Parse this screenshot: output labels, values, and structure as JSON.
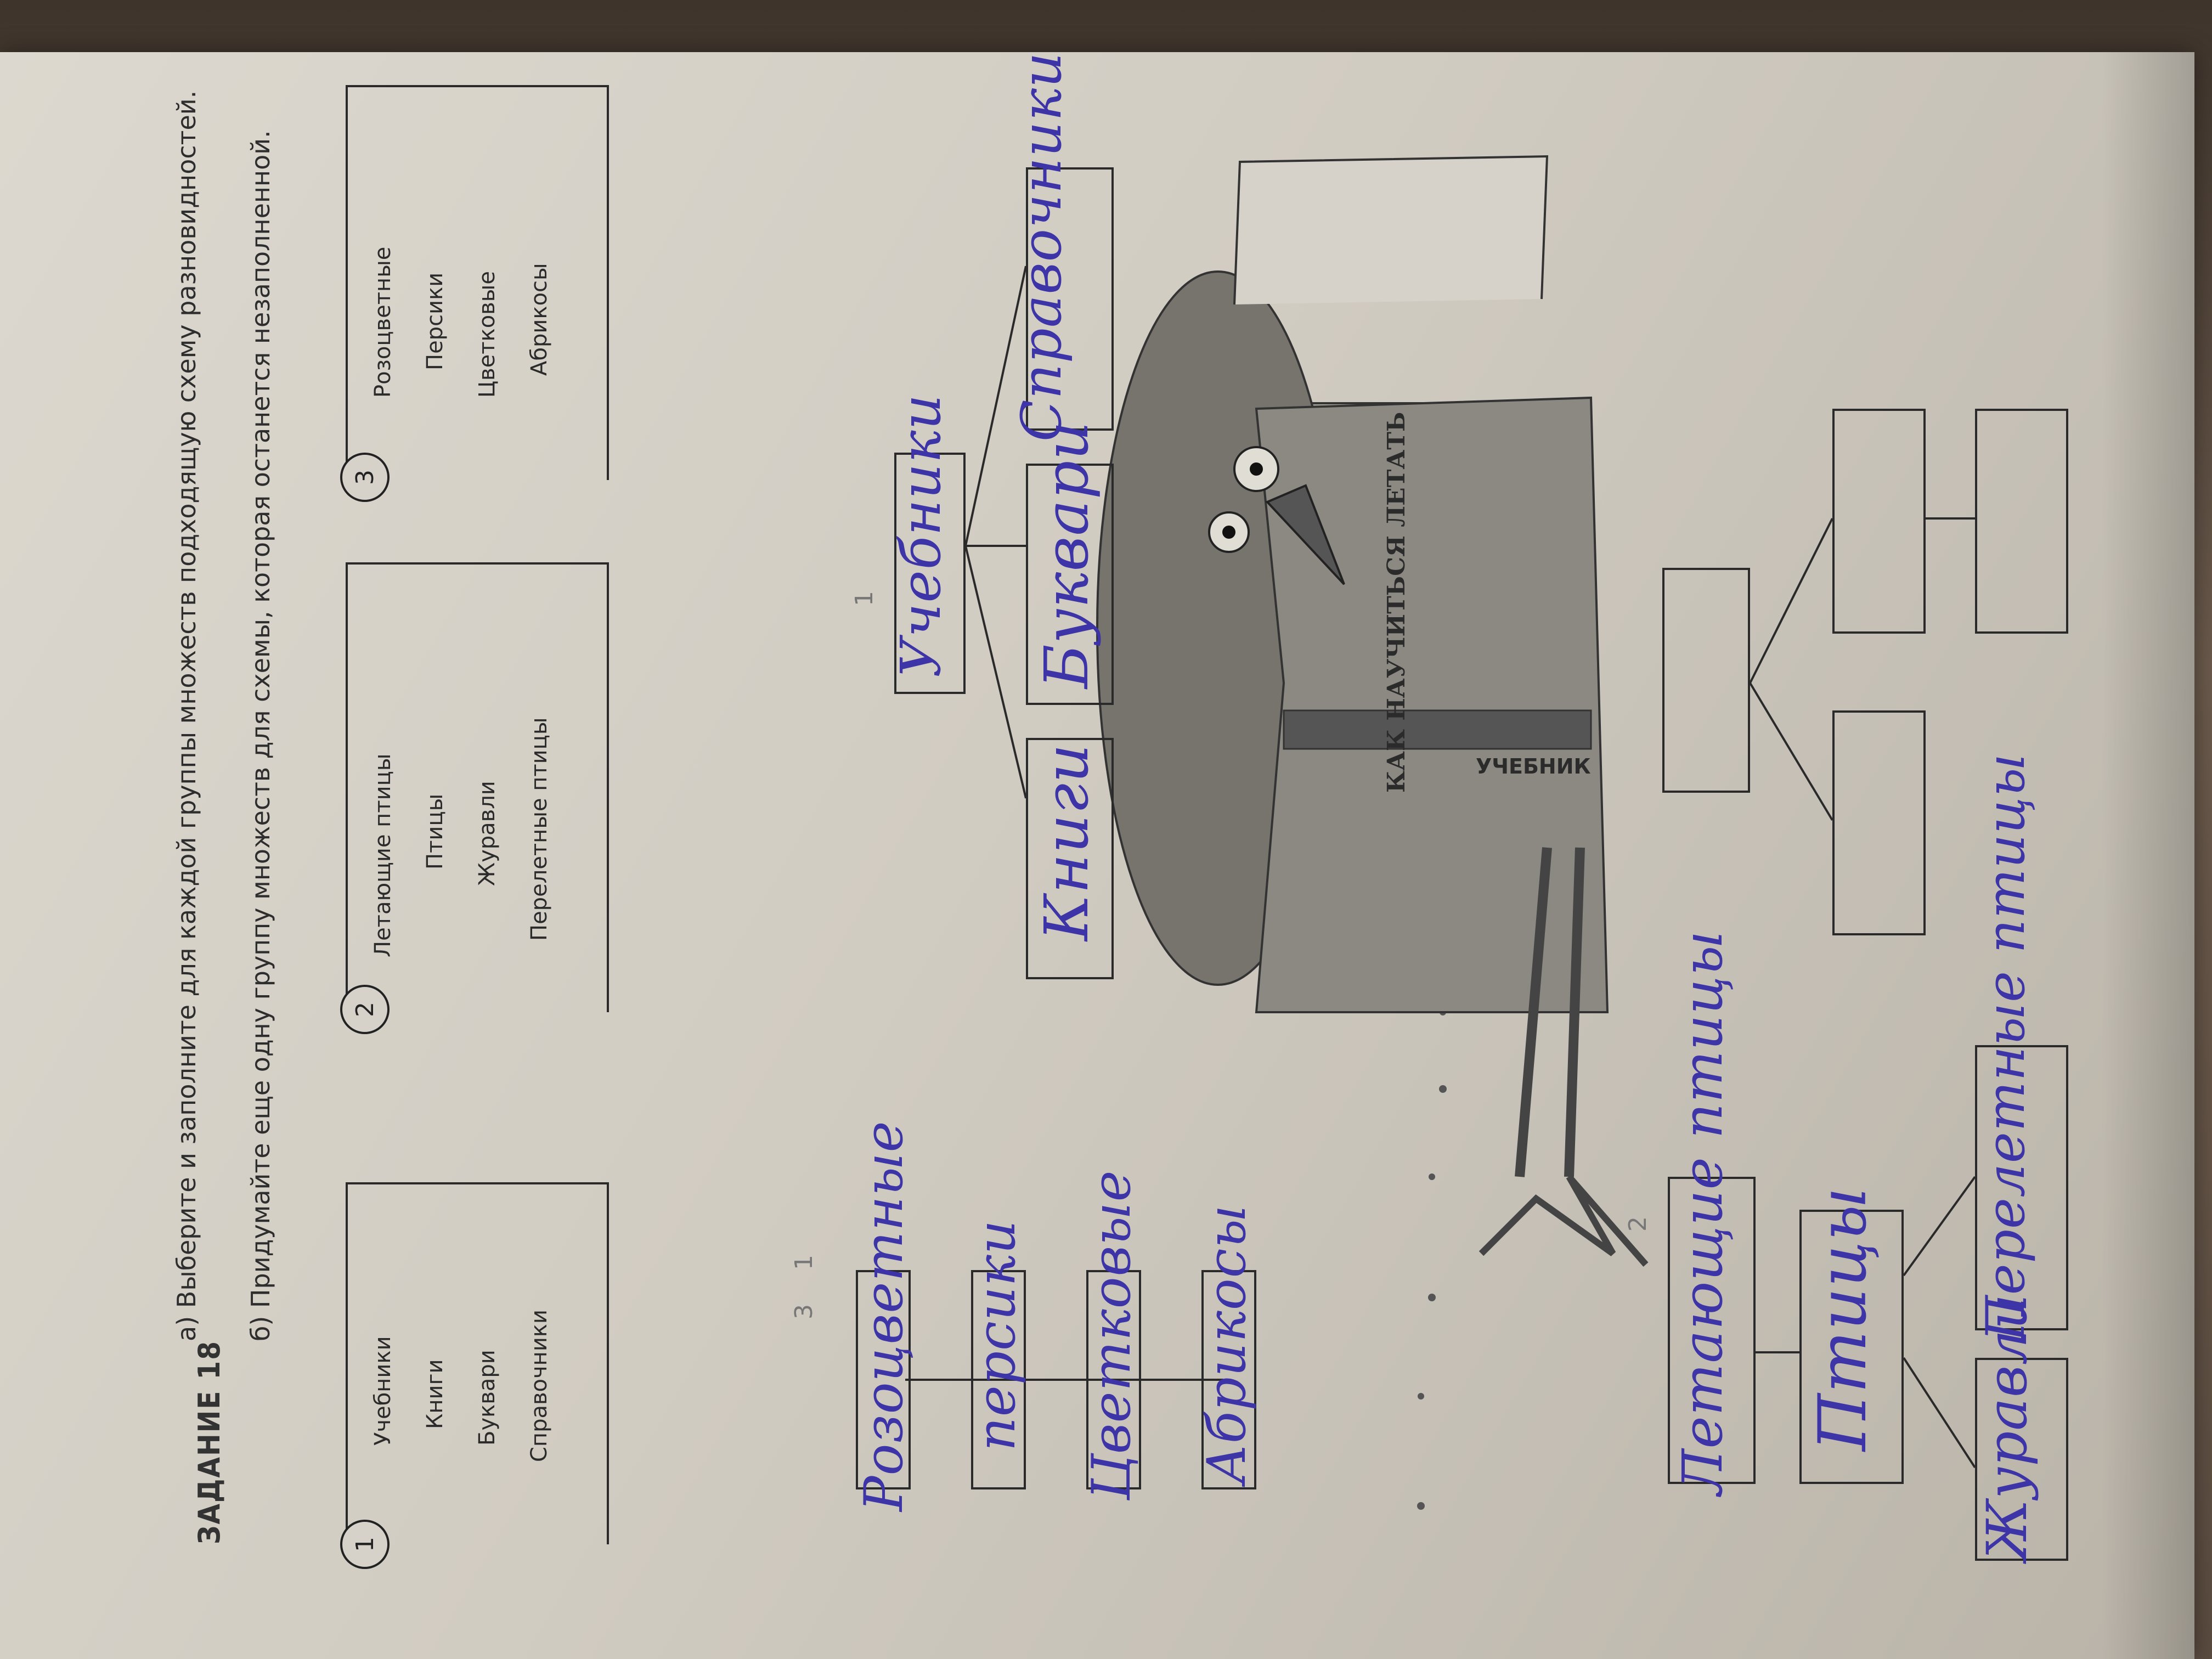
{
  "task": {
    "title": "ЗАДАНИЕ 18",
    "instruction_a": "а) Выберите и заполните для каждой группы множеств подходящую схему разновидностей.",
    "instruction_b": "б) Придумайте еще одну группу множеств для схемы, которая останется незаполненной."
  },
  "groups": [
    {
      "number": "1",
      "items": [
        "Учебники",
        "Книги",
        "Буквари",
        "Справочники"
      ]
    },
    {
      "number": "2",
      "items": [
        "Летающие птицы",
        "Птицы",
        "Журавли",
        "Перелетные птицы"
      ]
    },
    {
      "number": "3",
      "items": [
        "Розоцветные",
        "Персики",
        "Цветковые",
        "Абрикосы"
      ]
    }
  ],
  "scheme_chain": {
    "pencil_marks": [
      "3",
      "1"
    ],
    "answers": [
      "Розоцветные",
      "персики",
      "Цветковые",
      "Абрикосы"
    ]
  },
  "scheme_tree": {
    "pencil_mark": "1",
    "root": "Учебники",
    "children": [
      "Книги",
      "Буквари",
      "Справочники"
    ]
  },
  "scheme_birds": {
    "pencil_mark": "2",
    "top": "Летающие птицы",
    "middle": "Птицы",
    "bottom_left": "Журавли",
    "bottom_right": "Перелетные птицы"
  },
  "scheme_empty": {
    "boxes": [
      "",
      "",
      "",
      ""
    ]
  },
  "illustration": {
    "book_spine": "УЧЕБНИК",
    "book_cover": "КАК НАУЧИТЬСЯ ЛЕТАТЬ"
  },
  "handwriting_color": "#3d34a8"
}
